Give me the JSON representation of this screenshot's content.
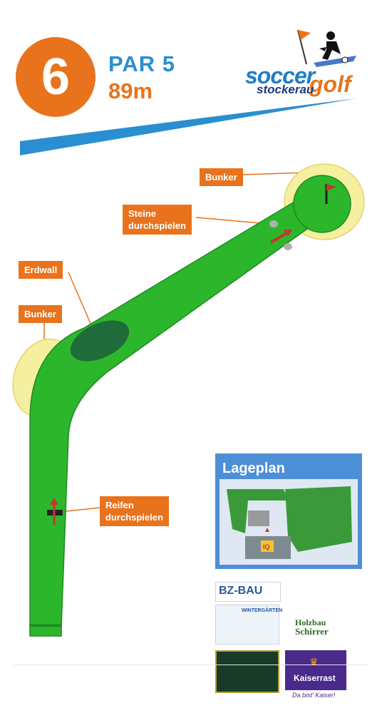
{
  "hole": {
    "number": "6",
    "par": "PAR 5",
    "distance": "89m"
  },
  "logo": {
    "word1": "soccer",
    "word2": "golf",
    "subtitle": "stockerau"
  },
  "labels": {
    "bunker_top": "Bunker",
    "steine_line1": "Steine",
    "steine_line2": "durchspielen",
    "erdwall": "Erdwall",
    "bunker_left": "Bunker",
    "reifen_line1": "Reifen",
    "reifen_line2": "durchspielen"
  },
  "lageplan": {
    "title": "Lageplan",
    "marker": "IQ"
  },
  "sponsors": {
    "bz_bau": "BZ-BAU",
    "wintergarten": "WINTERGÄRTEN",
    "holzbau": "Holzbau",
    "schirrer": "Schirrer",
    "kaiserrast": "Kaiserrast",
    "kaiserrast_sub": "Da bist' Kaiser!"
  },
  "colors": {
    "orange": "#e8731c",
    "blue": "#2a8fd0",
    "fairway": "#2cb62c",
    "bunker": "#f5f0a0",
    "mound": "#1f6b3a"
  }
}
